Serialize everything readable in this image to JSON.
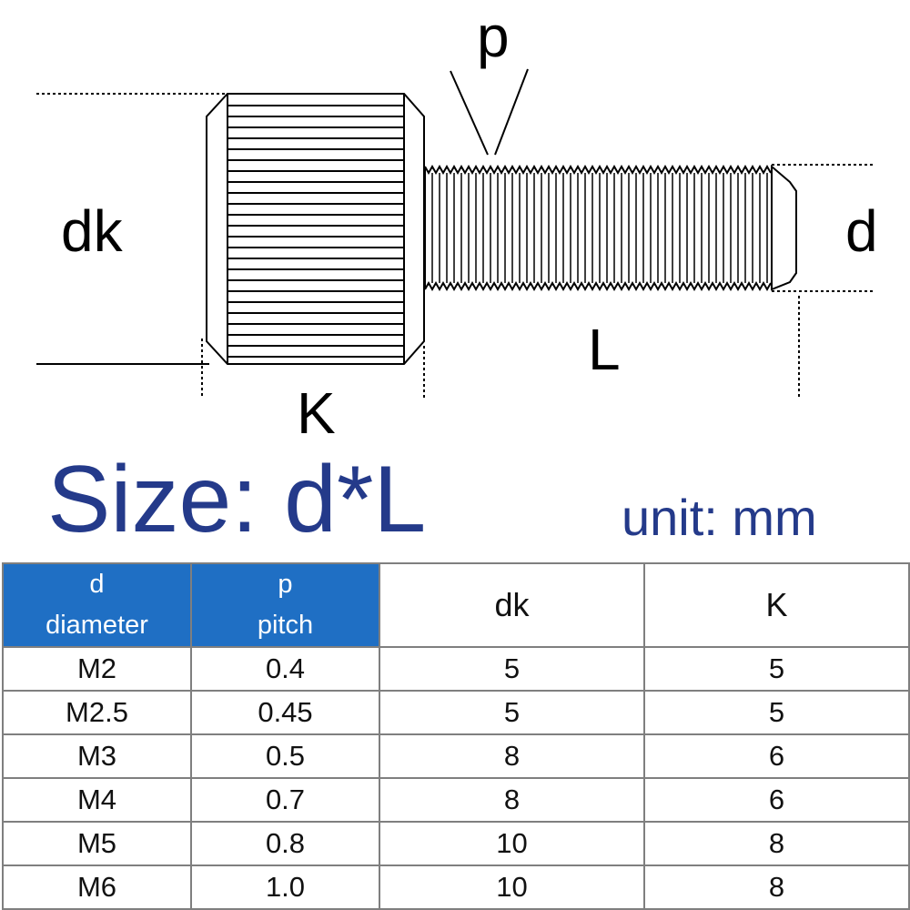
{
  "diagram": {
    "labels": {
      "p": "p",
      "dk": "dk",
      "d": "d",
      "L": "L",
      "K": "K"
    }
  },
  "heading": {
    "title": "Size: d*L",
    "unit": "unit: mm"
  },
  "colors": {
    "heading": "#243a8a",
    "header_fill": "#1f6fc4",
    "header_text": "#ffffff",
    "grid": "#7f7f7f"
  },
  "table": {
    "headers": [
      {
        "line1": "d",
        "line2": "diameter"
      },
      {
        "line1": "p",
        "line2": "pitch"
      },
      {
        "line1": "dk"
      },
      {
        "line1": "K"
      }
    ],
    "rows": [
      [
        "M2",
        "0.4",
        "5",
        "5"
      ],
      [
        "M2.5",
        "0.45",
        "5",
        "5"
      ],
      [
        "M3",
        "0.5",
        "8",
        "6"
      ],
      [
        "M4",
        "0.7",
        "8",
        "6"
      ],
      [
        "M5",
        "0.8",
        "10",
        "8"
      ],
      [
        "M6",
        "1.0",
        "10",
        "8"
      ]
    ]
  }
}
